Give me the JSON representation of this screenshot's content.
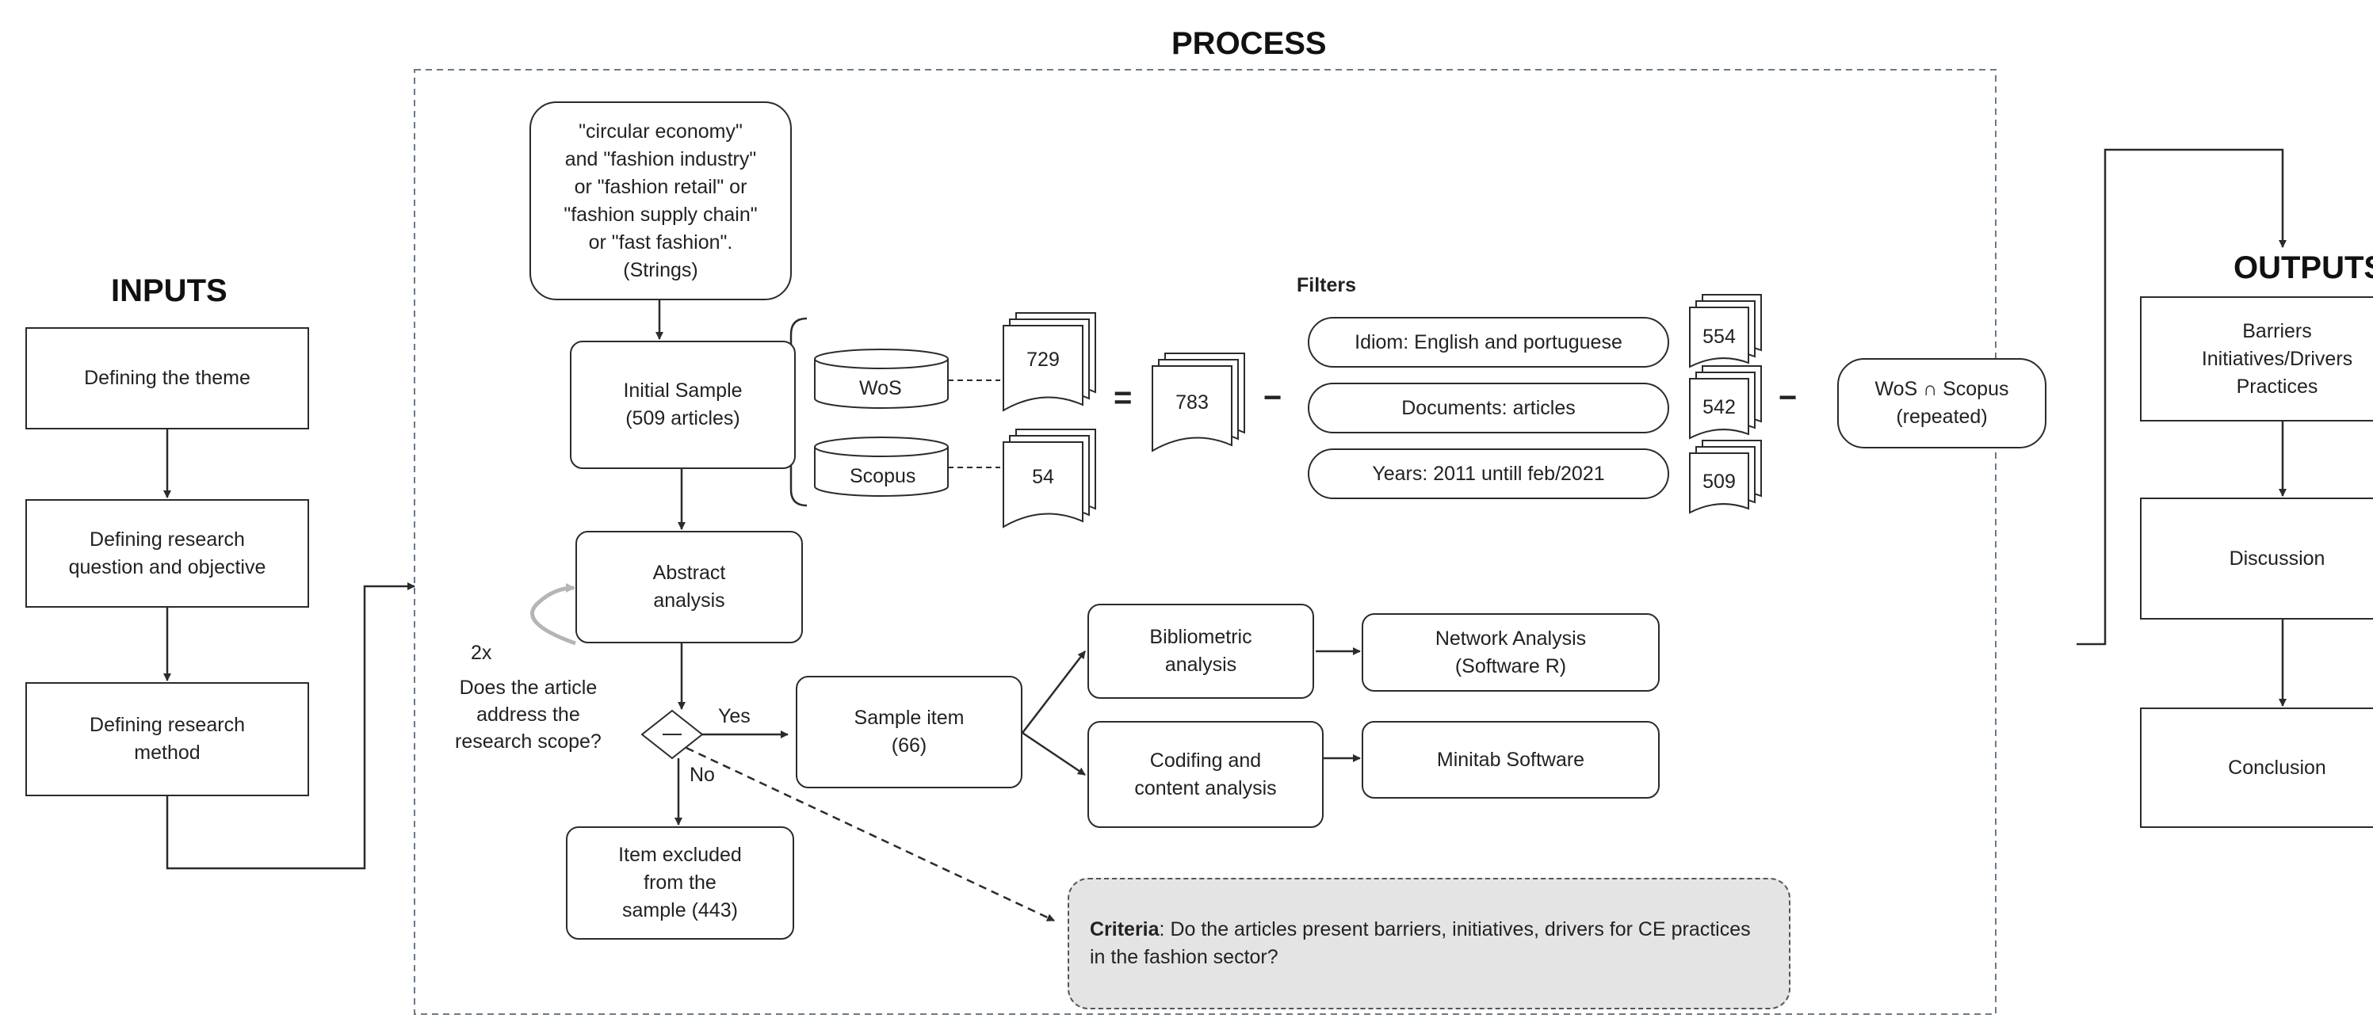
{
  "sections": {
    "inputs": "INPUTS",
    "process": "PROCESS",
    "outputs": "OUTPUTS"
  },
  "inputs": {
    "steps": [
      "Defining the theme",
      "Defining research\nquestion and objective",
      "Defining research\nmethod"
    ]
  },
  "process": {
    "search_strings": "\"circular economy\"\nand \"fashion industry\"\nor \"fashion retail\" or\n\"fashion supply chain\"\nor \"fast fashion\".\n(Strings)",
    "initial_sample": "Initial Sample\n(509 articles)",
    "databases": [
      {
        "name": "WoS",
        "count": "729"
      },
      {
        "name": "Scopus",
        "count": "54"
      }
    ],
    "equals_sign": "=",
    "minus_sign": "−",
    "combined_count": "783",
    "filters_title": "Filters",
    "filters": [
      {
        "label": "Idiom: English and portuguese",
        "count": "554"
      },
      {
        "label": "Documents: articles",
        "count": "542"
      },
      {
        "label": "Years: 2011 untill feb/2021",
        "count": "509"
      }
    ],
    "overlap": "WoS ∩ Scopus\n(repeated)",
    "abstract_analysis": "Abstract\nanalysis",
    "iterations": "2x",
    "decision_question": "Does the article\naddress the\nresearch scope?",
    "yes_label": "Yes",
    "no_label": "No",
    "excluded": "Item excluded\nfrom the\nsample (443)",
    "sample_item": "Sample item\n(66)",
    "bibliometric": "Bibliometric\nanalysis",
    "codifing": "Codifing and\ncontent analysis",
    "network_analysis": "Network Analysis\n(Software R)",
    "minitab": "Minitab Software",
    "criteria_label": "Criteria",
    "criteria_text": ": Do the articles present barriers, initiatives, drivers for CE practices in the fashion sector?"
  },
  "outputs": {
    "steps": [
      "Barriers\nInitiatives/Drivers\nPractices",
      "Discussion",
      "Conclusion"
    ]
  }
}
